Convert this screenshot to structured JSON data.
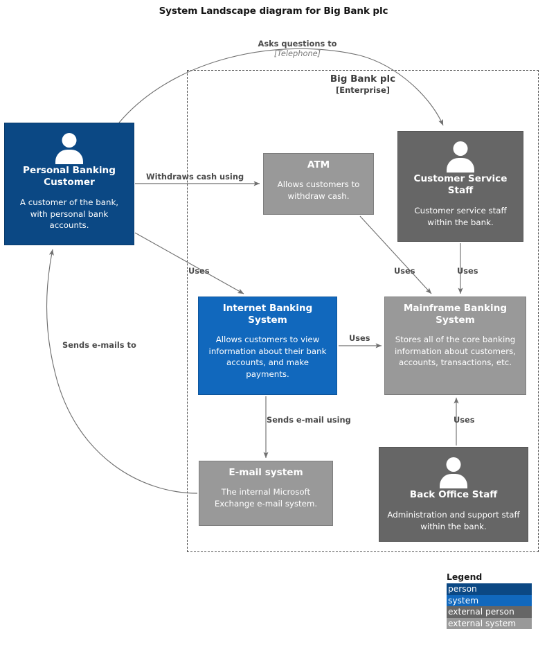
{
  "title": "System Landscape diagram for Big Bank plc",
  "boundary": {
    "name": "Big Bank plc",
    "type": "[Enterprise]"
  },
  "colors": {
    "person": "#0b4884",
    "system": "#1168bd",
    "external_person": "#666666",
    "external_system": "#999999",
    "edge": "#707070",
    "boundary": "#4d4d4d"
  },
  "nodes": {
    "personal_banking_customer": {
      "name": "Personal Banking Customer",
      "description": "A customer of the bank, with personal bank accounts.",
      "kind": "person"
    },
    "atm": {
      "name": "ATM",
      "description": "Allows customers to withdraw cash.",
      "kind": "external system"
    },
    "customer_service_staff": {
      "name": "Customer Service Staff",
      "description": "Customer service staff within the bank.",
      "kind": "external person"
    },
    "internet_banking_system": {
      "name": "Internet Banking System",
      "description": "Allows customers to view information about their bank accounts, and make payments.",
      "kind": "system"
    },
    "mainframe_banking_system": {
      "name": "Mainframe Banking System",
      "description": "Stores all of the core banking information about customers, accounts, transactions, etc.",
      "kind": "external system"
    },
    "email_system": {
      "name": "E-mail system",
      "description": "The internal Microsoft Exchange e-mail system.",
      "kind": "external system"
    },
    "back_office_staff": {
      "name": "Back Office Staff",
      "description": "Administration and support staff within the bank.",
      "kind": "external person"
    }
  },
  "edges": {
    "asks_questions": {
      "label": "Asks questions to",
      "technology": "[Telephone]"
    },
    "withdraws_cash": {
      "label": "Withdraws cash using"
    },
    "uses_ibs": {
      "label": "Uses"
    },
    "uses_css_mbs": {
      "label": "Uses"
    },
    "uses_staff_mbs": {
      "label": "Uses"
    },
    "uses_ibs_mbs": {
      "label": "Uses"
    },
    "sends_emails_to": {
      "label": "Sends e-mails to"
    },
    "sends_email_using": {
      "label": "Sends e-mail using"
    },
    "uses_bos_mbs": {
      "label": "Uses"
    }
  },
  "legend": {
    "title": "Legend",
    "items": [
      {
        "label": "person",
        "color": "#0b4884"
      },
      {
        "label": "system",
        "color": "#1168bd"
      },
      {
        "label": "external person",
        "color": "#666666"
      },
      {
        "label": "external system",
        "color": "#999999"
      }
    ]
  }
}
